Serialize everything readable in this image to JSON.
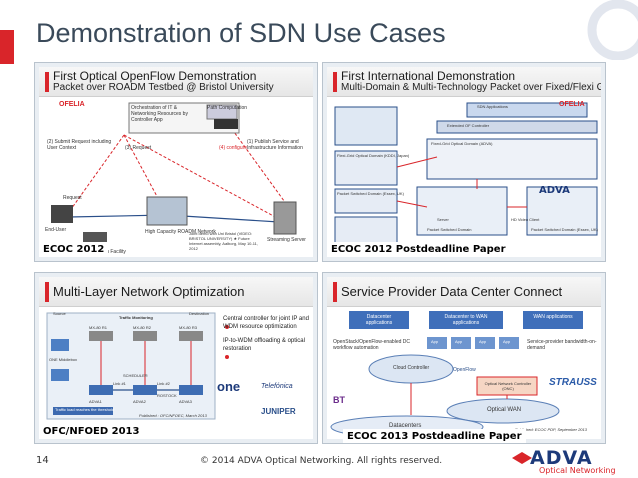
{
  "slide": {
    "title": "Demonstration of SDN Use Cases",
    "page_number": "14",
    "copyright": "© 2014 ADVA Optical Networking. All rights reserved.",
    "brand": "ADVA",
    "brand_tagline": "Optical Networking",
    "accent_color": "#d9252a",
    "brand_color": "#1d3a7a"
  },
  "panels": [
    {
      "heading": "First Optical OpenFlow Demonstration",
      "subheading": "Packet over ROADM Testbed @ Bristol University",
      "caption": "ECOC 2012",
      "labels": [
        "OFELIA",
        "Orchestration of IT & Networking Resources by Controller App",
        "Path Computation",
        "(2) Submit Request including User Context",
        "(1) Publish Service and Infrastructure Information",
        "(3) Request",
        "(4) configure",
        "Request",
        "High Capacity ROADM Network",
        "Streaming Server",
        "End-User",
        "Visualization Facility",
        "Joint demo with Uni Bristol (VIDEO: BRISTOL UNIVERSITY) ★ Future Internet assembly, Aalborg, May 10-11, 2012"
      ]
    },
    {
      "heading": "First International Demonstration",
      "subheading": "Multi-Domain & Multi-Technology Packet over Fixed/Flexi Grid",
      "caption": "ECOC 2012 Postdeadline Paper",
      "labels": [
        "OFELIA",
        "SDN Applications",
        "Extended OF Controller",
        "Fixed-Grid Optical Domain (ADVA)",
        "Flexi-Grid Optical Domain (KDDI, Japan)",
        "Packet Switched Domain (Essex, UK)",
        "Server",
        "Packet Switched Domain",
        "HD Video Client",
        "Packet Switched Domain (Essex, UK)"
      ]
    },
    {
      "heading": "Multi-Layer Network Optimization",
      "caption": "OFC/NFOED 2013",
      "bullets": [
        "Central controller for joint IP and WDM resource optimization",
        "IP-to-WDM offloading & optical restoration"
      ],
      "labels": [
        "Source",
        "Traffic Monitoring",
        "Destination",
        "MX-80 R1",
        "MX-80 R2",
        "MX-80 R3",
        "ONE Middlebox",
        "Link #1",
        "Link #2",
        "SCHEDULER",
        "ROSTOCK",
        "ADVA1",
        "ADVA2",
        "ADVA3",
        "Traffic load reaches the threshold",
        "Published : OFC/NFOEC, March 2013",
        "one",
        "Telefónica",
        "JUNIPER"
      ]
    },
    {
      "heading": "Service Provider Data Center Connect",
      "caption": "ECOC 2013 Postdeadline Paper",
      "labels": [
        "Datacenter applications",
        "Datacenter to WAN applications",
        "WAN applications",
        "OpenStack/OpenFlow-enabled DC workflow automation",
        "Service-provider bandwidth-on-demand",
        "App",
        "App",
        "App",
        "App",
        "Cloud Controller",
        "OpenFlow",
        "Optical Network Controller (ONC)",
        "Optical WAN",
        "Datacenters",
        "STRAUSS",
        "BT",
        "Published: ECOC PDP, September 2013"
      ]
    }
  ]
}
